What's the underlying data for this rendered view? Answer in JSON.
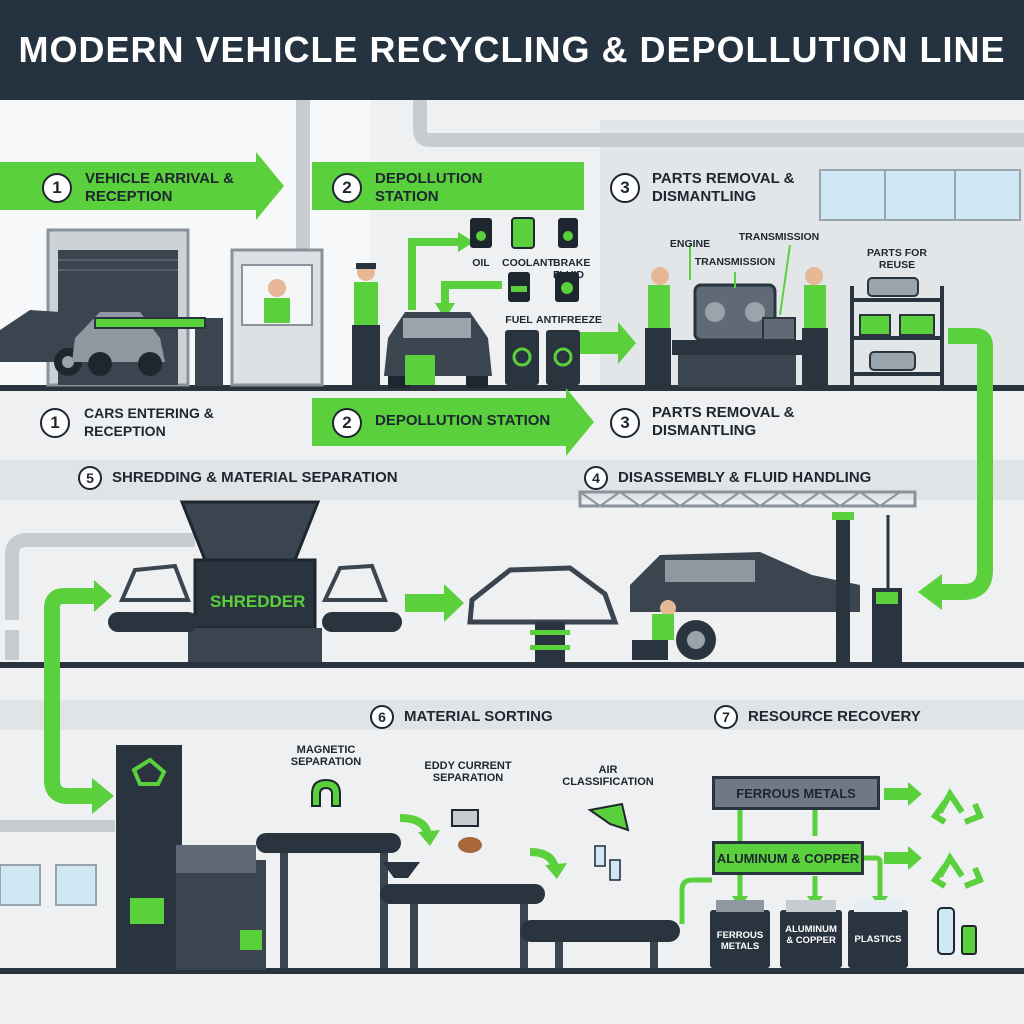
{
  "title": "MODERN VEHICLE RECYCLING & DEPOLLUTION LINE",
  "steps_top": [
    {
      "num": "1",
      "label": "VEHICLE ARRIVAL & RECEPTION"
    },
    {
      "num": "2",
      "label": "DEPOLLUTION STATION"
    },
    {
      "num": "3",
      "label": "PARTS REMOVAL & DISMANTLING"
    }
  ],
  "fluids": {
    "oil": "OIL",
    "coolant": "COOLANT",
    "brake_fluid": "BRAKE FLUID",
    "fuel": "FUEL",
    "antifreeze": "ANTIFREEZE"
  },
  "parts": {
    "engine": "ENGINE",
    "transmission_top": "TRANSMISSION",
    "transmission": "TRANSMISSION",
    "parts_for_reuse": "PARTS FOR REUSE"
  },
  "steps_mid": [
    {
      "num": "1",
      "label": "CARS ENTERING & RECEPTION"
    },
    {
      "num": "2",
      "label": "DEPOLLUTION STATION"
    },
    {
      "num": "3",
      "label": "PARTS REMOVAL & DISMANTLING"
    }
  ],
  "step5": {
    "num": "5",
    "label": "SHREDDING & MATERIAL SEPARATION"
  },
  "step4": {
    "num": "4",
    "label": "DISASSEMBLY & FLUID HANDLING"
  },
  "shredder_label": "SHREDDER",
  "step6": {
    "num": "6",
    "label": "MATERIAL SORTING"
  },
  "step7": {
    "num": "7",
    "label": "RESOURCE RECOVERY"
  },
  "sorting": {
    "magnetic": "MAGNETIC SEPARATION",
    "eddy": "EDDY CURRENT SEPARATION",
    "air": "AIR CLASSIFICATION"
  },
  "recovery": {
    "ferrous_box": "FERROUS METALS",
    "alu_box": "ALUMINUM & COPPER"
  },
  "bins": {
    "ferrous": "FERROUS METALS",
    "alu": "ALUMINUM & COPPER",
    "plastics": "PLASTICS"
  },
  "colors": {
    "accent": "#5ad03c",
    "dark": "#253240",
    "machine": "#3a4550"
  }
}
